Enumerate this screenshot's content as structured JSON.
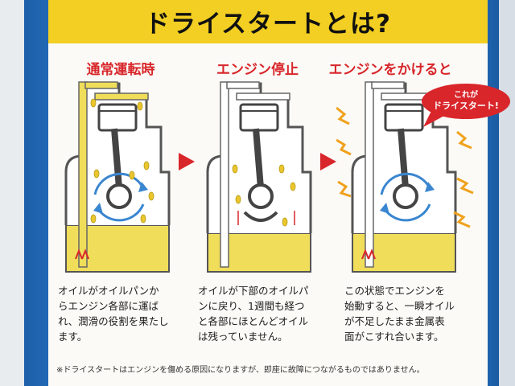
{
  "title": "ドライスタートとは?",
  "panels": [
    {
      "heading": "通常運転時",
      "text": [
        "オイルがオイルパンか",
        "らエンジン各部に運ば",
        "れ、潤滑の役割を果たし",
        "ます。"
      ]
    },
    {
      "heading": "エンジン停止",
      "text": [
        "オイルが下部のオイルパ",
        "ンに戻り、1週間も経つ",
        "と各部にほとんどオイル",
        "は残っていません。"
      ]
    },
    {
      "heading": "エンジンをかけると",
      "text": [
        "この状態でエンジンを",
        "始動すると、一瞬オイル",
        "が不足したまま金属表",
        "面がこすれ合います。"
      ]
    }
  ],
  "callout": {
    "line1": "これが",
    "line2": "ドライスタート!"
  },
  "footnote": "※ドライスタートはエンジンを傷める原因になりますが、即座に故障につながるものではありません。",
  "colors": {
    "accent": "#d8262b",
    "band": "#f2cf22",
    "oil": "#f0de5a",
    "frame_blue": "#1e5fa8"
  }
}
